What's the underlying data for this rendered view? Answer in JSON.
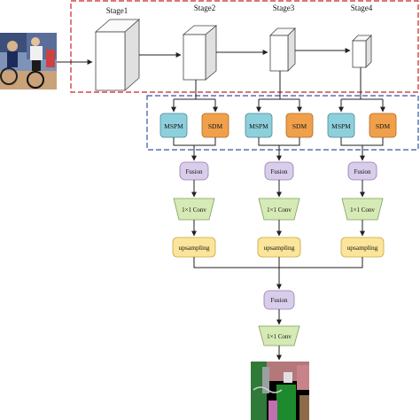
{
  "stages": [
    {
      "label": "Stage1"
    },
    {
      "label": "Stage2"
    },
    {
      "label": "Stage3"
    },
    {
      "label": "Stage4"
    }
  ],
  "branches": [
    {
      "mspm": "MSPM",
      "sdm": "SDM",
      "fusion": "Fusion",
      "conv": "1×1 Conv",
      "upsampling": "upsampling"
    },
    {
      "mspm": "MSPM",
      "sdm": "SDM",
      "fusion": "Fusion",
      "conv": "1×1 Conv",
      "upsampling": "upsampling"
    },
    {
      "mspm": "MSPM",
      "sdm": "SDM",
      "fusion": "Fusion",
      "conv": "1×1 Conv",
      "upsampling": "upsampling"
    }
  ],
  "final": {
    "fusion": "Fusion",
    "conv": "1×1 Conv"
  },
  "colors": {
    "stage_region_border": "#cc2222",
    "module_region_border": "#3355aa",
    "mspm_fill": "#8ecfdc",
    "sdm_fill": "#f0a04b",
    "fusion_fill": "#d9cdea",
    "conv_fill": "#d6eab6",
    "upsampling_fill": "#fbe59a",
    "arrow": "#222222"
  },
  "icons": {
    "input": "cyclists-photo",
    "output": "segmentation-map"
  }
}
